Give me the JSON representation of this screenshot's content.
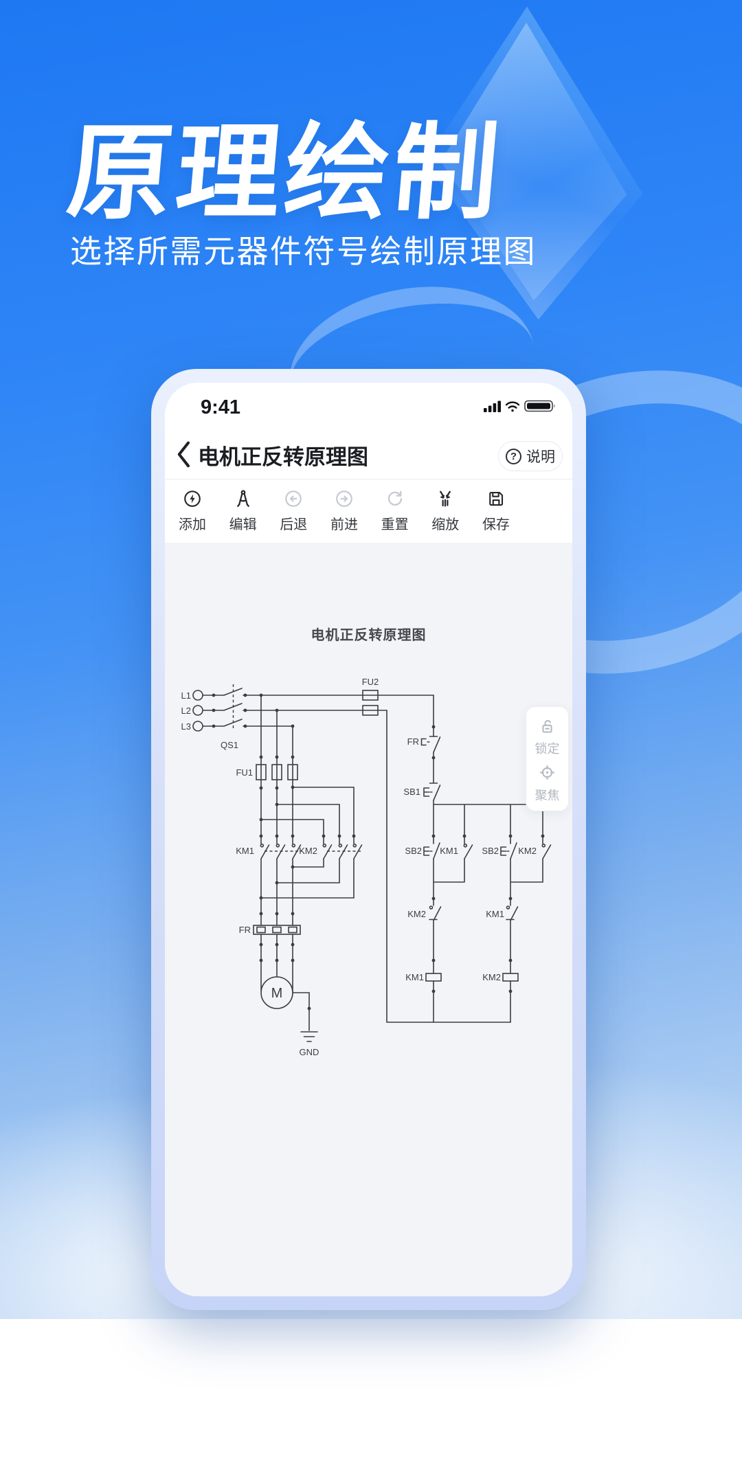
{
  "hero": {
    "title": "原理绘制",
    "subtitle": "选择所需元器件符号绘制原理图"
  },
  "phone": {
    "status": {
      "time": "9:41"
    },
    "nav": {
      "title": "电机正反转原理图",
      "help_label": "说明",
      "help_glyph": "?"
    },
    "toolbar": {
      "items": [
        {
          "label": "添加",
          "icon": "lightning-circle-icon",
          "enabled": true
        },
        {
          "label": "编辑",
          "icon": "edit-tool-icon",
          "enabled": true
        },
        {
          "label": "后退",
          "icon": "arrow-left-circle-icon",
          "enabled": false
        },
        {
          "label": "前进",
          "icon": "arrow-right-circle-icon",
          "enabled": false
        },
        {
          "label": "重置",
          "icon": "reset-circular-arrow-icon",
          "enabled": false
        },
        {
          "label": "缩放",
          "icon": "pinch-zoom-icon",
          "enabled": true
        },
        {
          "label": "保存",
          "icon": "save-floppy-icon",
          "enabled": true
        }
      ]
    },
    "side_panel": {
      "lock_label": "锁定",
      "focus_label": "聚焦"
    },
    "canvas": {
      "title": "电机正反转原理图",
      "labels": {
        "l1": "L1",
        "l2": "L2",
        "l3": "L3",
        "qs1": "QS1",
        "fu1": "FU1",
        "fu2": "FU2",
        "fr_ctrl": "FR",
        "fr_main": "FR",
        "sb1": "SB1",
        "sb2_fwd": "SB2",
        "sb2_rev": "SB2",
        "km1_main": "KM1",
        "km2_main": "KM2",
        "km1_aux": "KM1",
        "km2_aux": "KM2",
        "km2_interlock": "KM2",
        "km1_interlock": "KM1",
        "km1_coil": "KM1",
        "km2_coil": "KM2",
        "motor": "M",
        "gnd": "GND"
      }
    }
  },
  "colors": {
    "background_blue": "#2b83f5",
    "canvas_bg": "#f2f4f7",
    "circuit_stroke": "#3a3e44",
    "disabled_icon": "#c7cbd2"
  }
}
